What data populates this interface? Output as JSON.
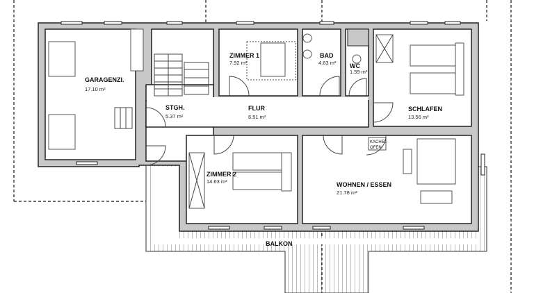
{
  "rooms": {
    "garage": {
      "name": "GARAGENZI.",
      "area": "17.10 m²"
    },
    "stairs": {
      "name": "STGH.",
      "area": "5.37 m²"
    },
    "zimmer1": {
      "name": "ZIMMER 1",
      "area": "7.92 m²"
    },
    "bad": {
      "name": "BAD",
      "area": "4.63 m²"
    },
    "wc": {
      "name": "WC",
      "area": "1.59 m²"
    },
    "flur": {
      "name": "FLUR",
      "area": "6.51 m²"
    },
    "schlafen": {
      "name": "SCHLAFEN",
      "area": "13.56 m²"
    },
    "zimmer2": {
      "name": "ZIMMER 2",
      "area": "14.63 m²"
    },
    "wohnen": {
      "name": "WOHNEN / ESSEN",
      "area": "21.78 m²"
    },
    "balkon": {
      "name": "BALKON"
    }
  },
  "kachelofen": {
    "line1": "KACHEL",
    "line2": "OFEN"
  }
}
